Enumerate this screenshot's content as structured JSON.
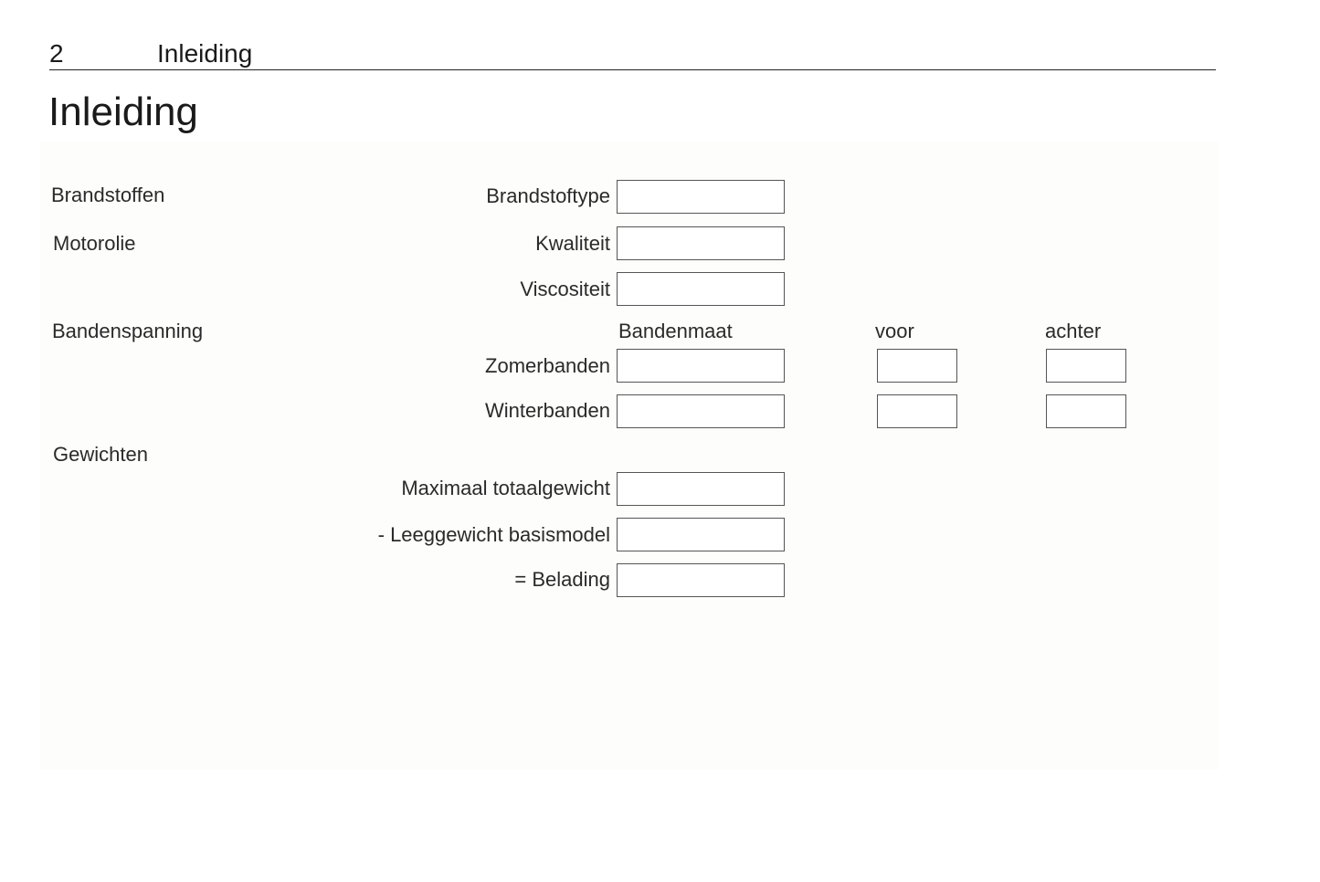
{
  "header": {
    "page_number": "2",
    "running_title": "Inleiding"
  },
  "section_title": "Inleiding",
  "form": {
    "categories": {
      "fuels": "Brandstoffen",
      "engine_oil": "Motorolie",
      "tyre_pressure": "Bandenspanning",
      "weights": "Gewichten"
    },
    "fields": {
      "fuel_type": "Brandstoftype",
      "quality": "Kwaliteit",
      "viscosity": "Viscositeit",
      "summer_tyres": "Zomerbanden",
      "winter_tyres": "Winterbanden",
      "max_total_weight": "Maximaal totaalgewicht",
      "kerb_weight": "- Leeggewicht basismodel",
      "load": "= Belading"
    },
    "column_headers": {
      "tyre_size": "Bandenmaat",
      "front": "voor",
      "rear": "achter"
    }
  }
}
